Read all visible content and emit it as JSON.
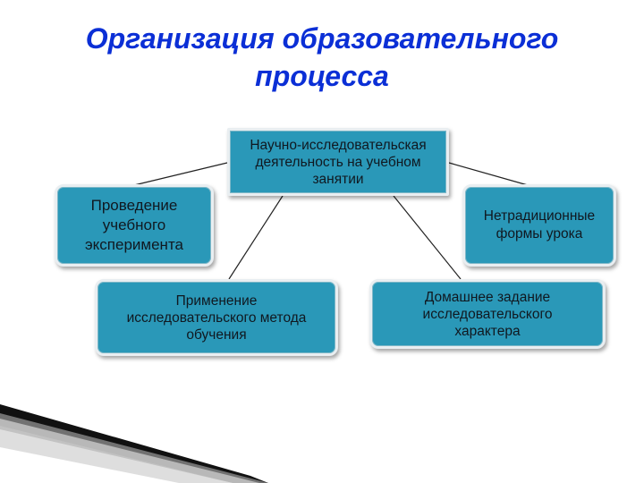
{
  "title": {
    "line1": "Организация образовательного",
    "line2": "процесса"
  },
  "diagram": {
    "center": "Научно-исследовательская\nдеятельность на учебном\nзанятии",
    "left": "Проведение\nучебного\nэксперимента",
    "right": "Нетрадиционные\nформы урока",
    "bottom_left": "Применение\nисследовательского метода\nобучения",
    "bottom_right": "Домашнее задание\nисследовательского\nхарактера"
  },
  "colors": {
    "title": "#0b2fd6",
    "box_fill": "#2a98b8",
    "connector": "#222222"
  }
}
